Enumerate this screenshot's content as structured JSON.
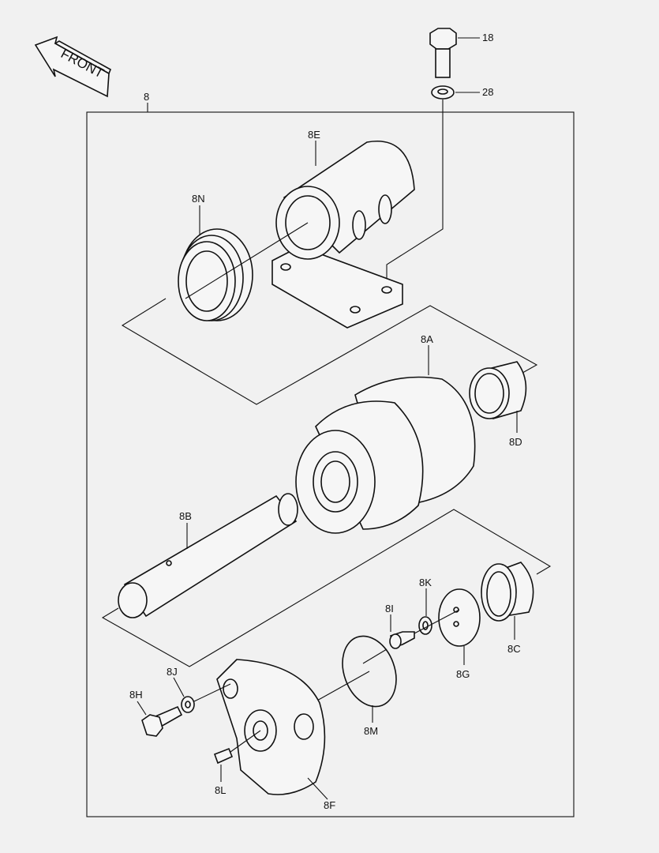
{
  "front_arrow": "FRONT",
  "assembly_label": "8",
  "callouts": {
    "c18": "18",
    "c28": "28",
    "c8E": "8E",
    "c8N": "8N",
    "c8A": "8A",
    "c8D": "8D",
    "c8B": "8B",
    "c8K": "8K",
    "c8I": "8I",
    "c8C": "8C",
    "c8G": "8G",
    "c8J": "8J",
    "c8H": "8H",
    "c8M": "8M",
    "c8L": "8L",
    "c8F": "8F"
  },
  "colors": {
    "background": "#f1f1f1",
    "line": "#111111"
  }
}
